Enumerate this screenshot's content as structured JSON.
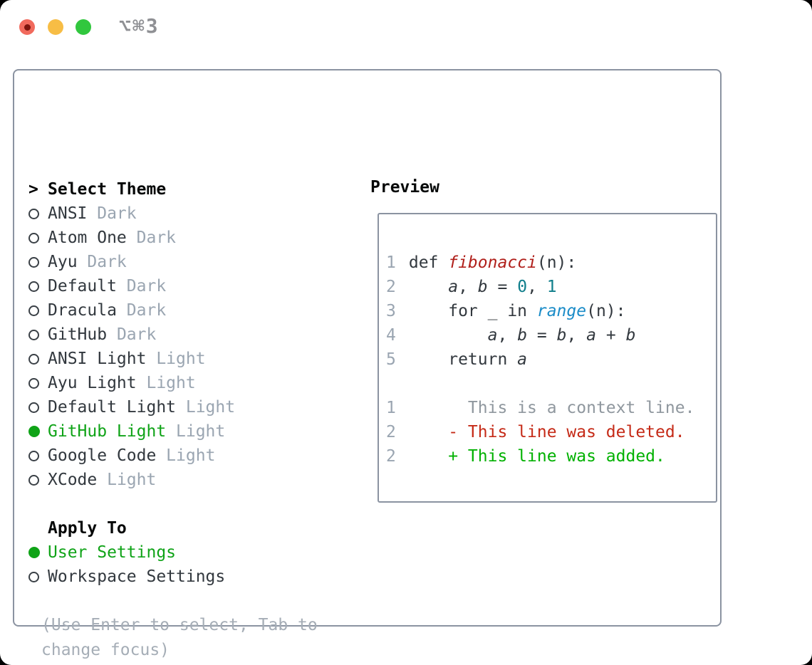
{
  "window": {
    "shortcut": "⌥⌘3"
  },
  "colors": {
    "accent_green": "#0fa317",
    "added_green": "#00b100",
    "deleted_red": "#c52a17",
    "function_red": "#b01f1a",
    "builtin_blue": "#1b8cc8",
    "number_teal": "#0f7e8b",
    "muted_gray": "#9aa5b1",
    "border_slate": "#8b93a1",
    "traffic_close": "#f16a5d",
    "traffic_minimize": "#f7bd45",
    "traffic_zoom": "#31c73e"
  },
  "theme_panel": {
    "cursor": ">",
    "title": "Select Theme",
    "items": [
      {
        "name": "ANSI",
        "variant": "Dark",
        "selected": false
      },
      {
        "name": "Atom One",
        "variant": "Dark",
        "selected": false
      },
      {
        "name": "Ayu",
        "variant": "Dark",
        "selected": false
      },
      {
        "name": "Default",
        "variant": "Dark",
        "selected": false
      },
      {
        "name": "Dracula",
        "variant": "Dark",
        "selected": false
      },
      {
        "name": "GitHub",
        "variant": "Dark",
        "selected": false
      },
      {
        "name": "ANSI Light",
        "variant": "Light",
        "selected": false
      },
      {
        "name": "Ayu Light",
        "variant": "Light",
        "selected": false
      },
      {
        "name": "Default Light",
        "variant": "Light",
        "selected": false
      },
      {
        "name": "GitHub Light",
        "variant": "Light",
        "selected": true
      },
      {
        "name": "Google Code",
        "variant": "Light",
        "selected": false
      },
      {
        "name": "XCode",
        "variant": "Light",
        "selected": false
      }
    ]
  },
  "apply_to": {
    "title": "Apply To",
    "options": [
      {
        "label": "User Settings",
        "selected": true
      },
      {
        "label": "Workspace Settings",
        "selected": false
      }
    ]
  },
  "hint": {
    "text": "(Use Enter to select, Tab to change focus)"
  },
  "preview": {
    "title": "Preview",
    "code_lines": [
      {
        "num": "1",
        "segs": [
          [
            "plain",
            "def "
          ],
          [
            "func",
            "fibonacci"
          ],
          [
            "plain",
            "(n):"
          ]
        ]
      },
      {
        "num": "2",
        "segs": [
          [
            "plain",
            "    "
          ],
          [
            "var",
            "a"
          ],
          [
            "plain",
            ", "
          ],
          [
            "var",
            "b"
          ],
          [
            "plain",
            " = "
          ],
          [
            "num",
            "0"
          ],
          [
            "plain",
            ", "
          ],
          [
            "num",
            "1"
          ]
        ]
      },
      {
        "num": "3",
        "segs": [
          [
            "plain",
            "    for _ in "
          ],
          [
            "builtin",
            "range"
          ],
          [
            "plain",
            "(n):"
          ]
        ]
      },
      {
        "num": "4",
        "segs": [
          [
            "plain",
            "        "
          ],
          [
            "var",
            "a"
          ],
          [
            "plain",
            ", "
          ],
          [
            "var",
            "b"
          ],
          [
            "plain",
            " = "
          ],
          [
            "var",
            "b"
          ],
          [
            "plain",
            ", "
          ],
          [
            "var",
            "a"
          ],
          [
            "plain",
            " + "
          ],
          [
            "var",
            "b"
          ]
        ]
      },
      {
        "num": "5",
        "segs": [
          [
            "plain",
            "    return "
          ],
          [
            "var",
            "a"
          ]
        ]
      },
      {
        "num": "",
        "segs": []
      },
      {
        "num": "1",
        "segs": [
          [
            "ctx",
            "      This is a context line."
          ]
        ]
      },
      {
        "num": "2",
        "segs": [
          [
            "del",
            "    - This line was deleted."
          ]
        ]
      },
      {
        "num": "2",
        "segs": [
          [
            "add",
            "    + This line was added."
          ]
        ]
      }
    ]
  }
}
